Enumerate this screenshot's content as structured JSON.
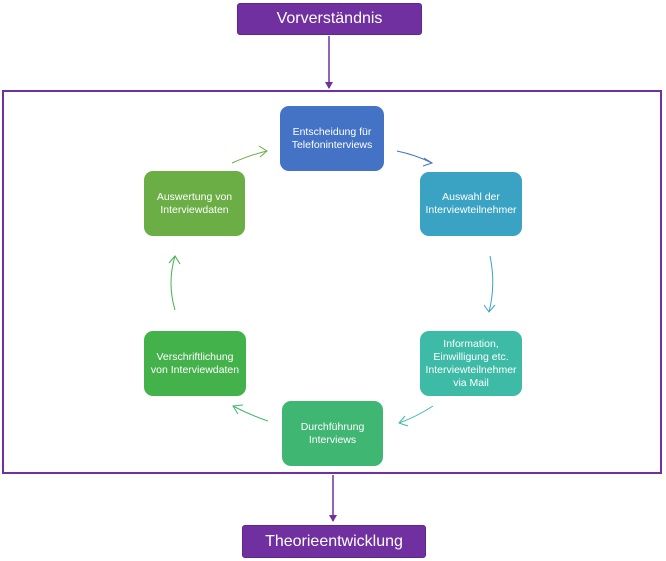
{
  "top_label": "Vorverständnis",
  "bottom_label": "Theorieentwicklung",
  "colors": {
    "purple": "#7030a0",
    "blue": "#4472c4",
    "teal": "#3ba7c0",
    "teal_green": "#3dbba0",
    "green": "#3fb36e",
    "green_mid": "#44b24e",
    "green_light": "#6db343"
  },
  "cycle": [
    {
      "label": "Entscheidung für\nTelefoninterviews",
      "color": "#4472c4"
    },
    {
      "label": "Auswahl der\nInterviewteilnehmer",
      "color": "#3aa3c4"
    },
    {
      "label": "Information,\nEinwilligung  etc.\nInterviewteilnehmer\nvia Mail",
      "color": "#3dbba6"
    },
    {
      "label": "Durchführung\nInterviews",
      "color": "#40b673"
    },
    {
      "label": "Verschriftlichung\nvon Interviewdaten",
      "color": "#44b24b"
    },
    {
      "label": "Auswertung von\nInterviewdaten",
      "color": "#6aae45"
    }
  ]
}
